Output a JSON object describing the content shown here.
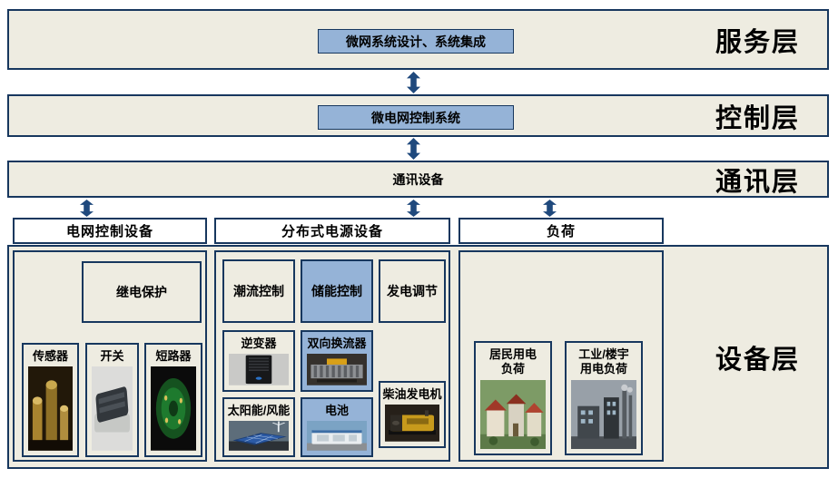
{
  "bands": {
    "service": {
      "label": "服务层",
      "box": "微网系统设计、系统集成"
    },
    "control": {
      "label": "控制层",
      "box": "微电网控制系统"
    },
    "comm": {
      "label": "通讯层",
      "box": "通讯设备"
    },
    "device": {
      "label": "设备层"
    }
  },
  "sections": {
    "grid": {
      "title": "电网控制设备",
      "relay": "继电保护",
      "sensor": "传感器",
      "switch": "开关",
      "breaker": "短路器"
    },
    "distributed": {
      "title": "分布式电源设备",
      "flow": "潮流控制",
      "storage": "储能控制",
      "regulation": "发电调节",
      "inverter": "逆变器",
      "converter": "双向换流器",
      "solar": "太阳能/风能",
      "battery": "电池",
      "diesel": "柴油发电机"
    },
    "load": {
      "title": "负荷",
      "residential": "居民用电负荷",
      "industrial": "工业/楼宇用电负荷"
    }
  },
  "images": {
    "sensor": "sensor-photo",
    "switch": "switch-photo",
    "breaker": "circuit-breaker-photo",
    "inverter": "inverter-photo",
    "converter": "bidirectional-converter-photo",
    "solar": "solar-wind-photo",
    "battery": "battery-photo",
    "diesel": "diesel-generator-photo",
    "residential": "residential-load-photo",
    "industrial": "industrial-load-photo"
  },
  "colors": {
    "band_bg": "#EEECE1",
    "border": "#17375E",
    "accent_blue": "#95B3D7",
    "arrow": "#1F497D",
    "header_bg": "#FFFFFF",
    "text": "#000000"
  }
}
